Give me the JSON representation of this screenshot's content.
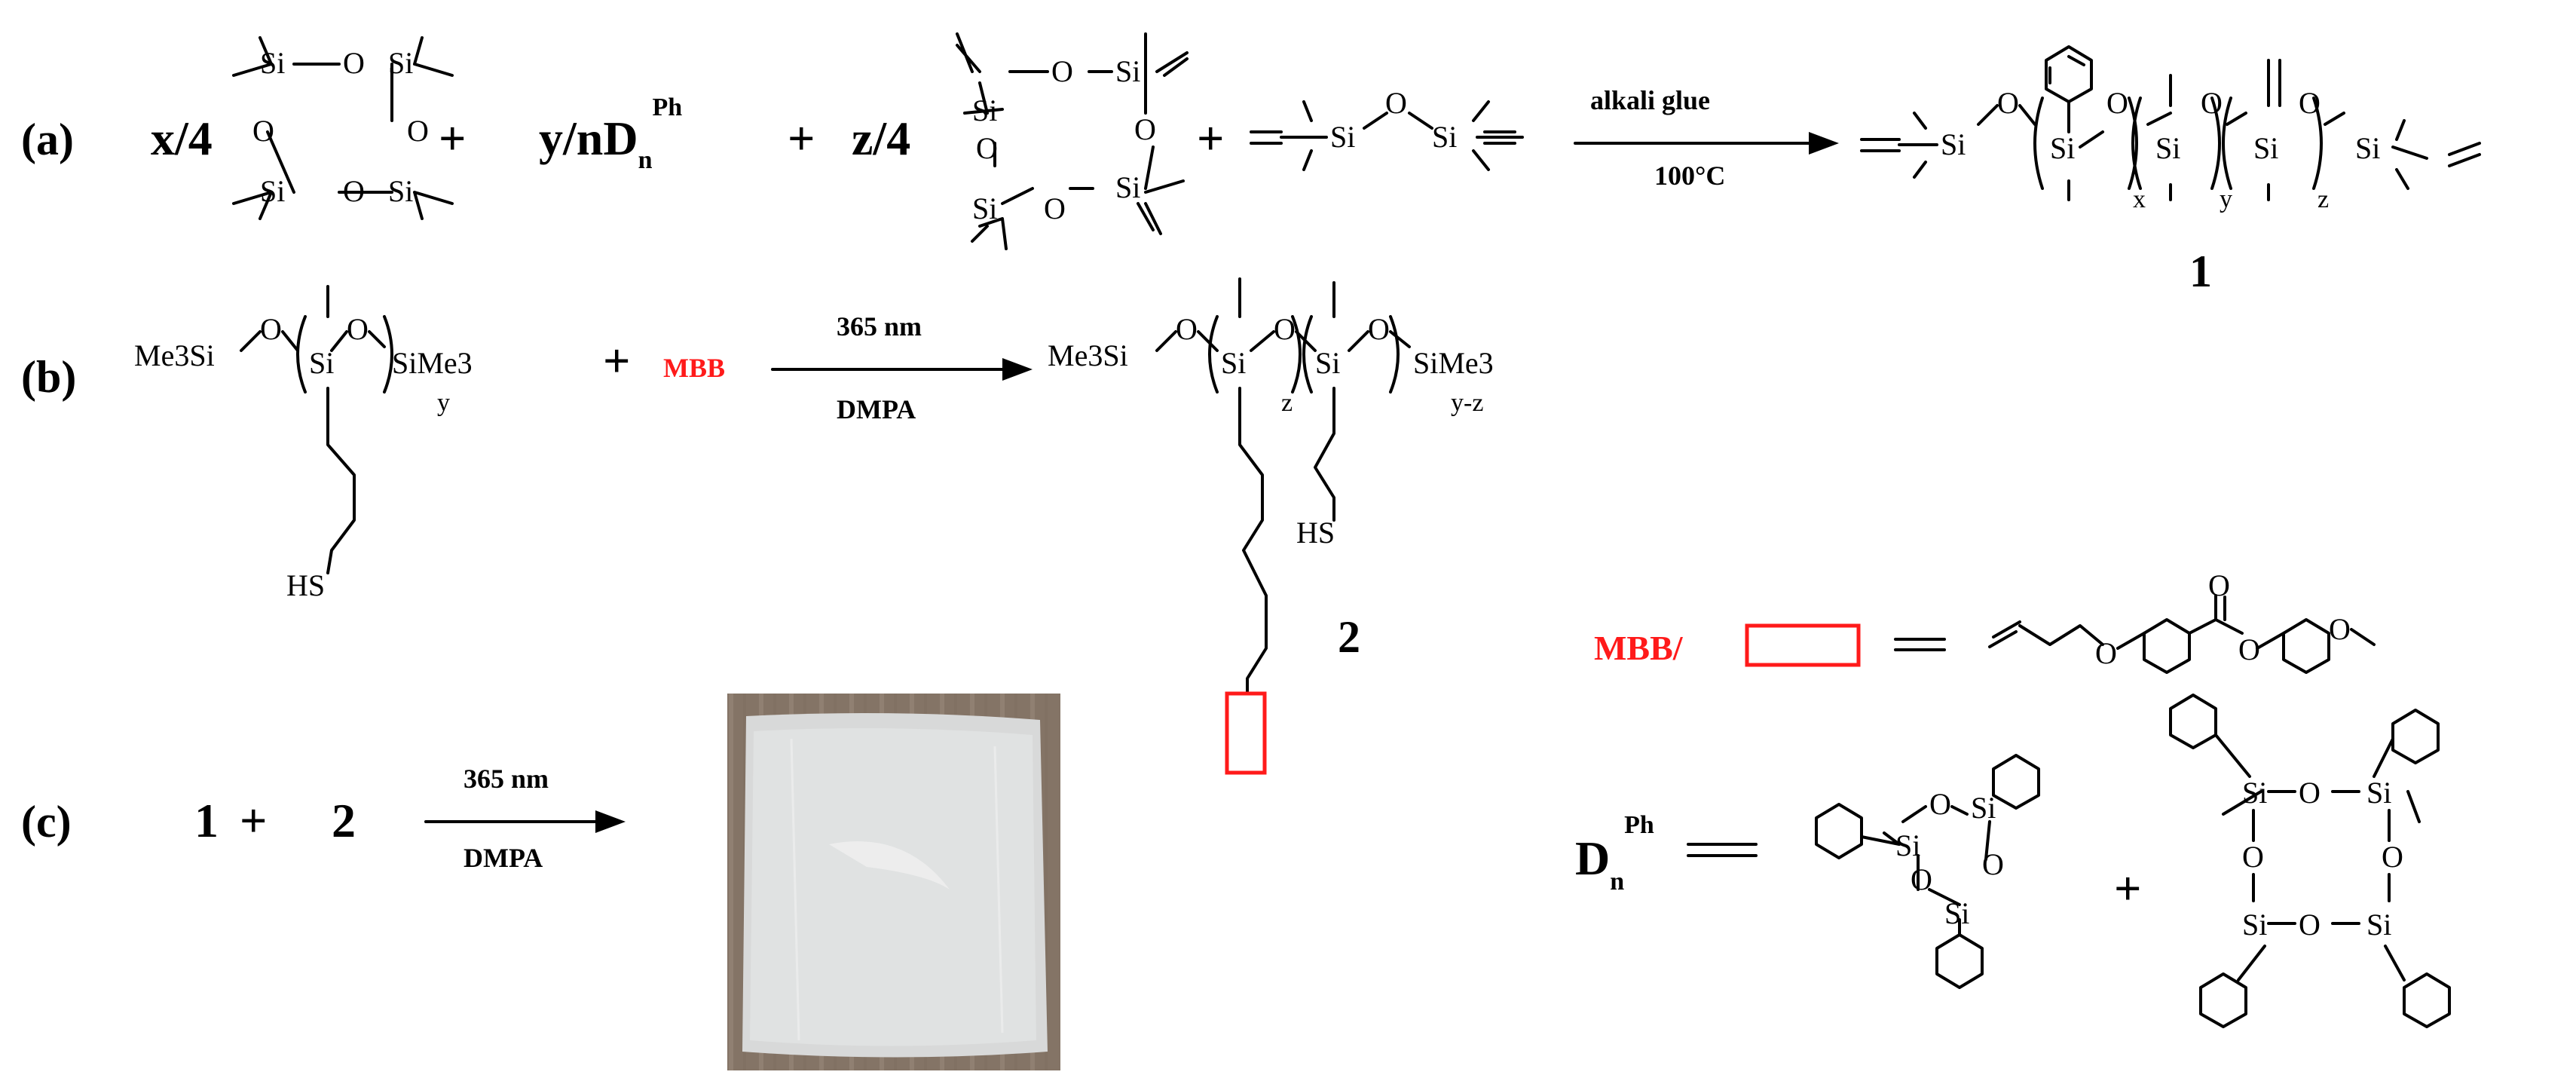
{
  "panel_labels": {
    "a": "(a)",
    "b": "(b)",
    "c": "(c)"
  },
  "reaction_a": {
    "term1_coeff": "x/4",
    "term2": "y/nD",
    "term2_sub": "n",
    "term2_sup": "Ph",
    "term3_coeff": "z/4",
    "plus": "+",
    "condition_top": "alkali glue",
    "condition_bottom": "100°C",
    "product_label": "1",
    "repeat_x": "x",
    "repeat_y": "y",
    "repeat_z": "z"
  },
  "reaction_b": {
    "left_end": "Me3Si",
    "right_end": "SiMe3",
    "repeat_y": "y",
    "plus": "+",
    "reagent": "MBB",
    "condition_top": "365 nm",
    "condition_bottom": "DMPA",
    "thiol": "HS",
    "repeat_z": "z",
    "repeat_yz": "y-z",
    "product_label": "2"
  },
  "reaction_c": {
    "reactant1": "1",
    "plus": "+",
    "reactant2": "2",
    "condition_top": "365 nm",
    "condition_bottom": "DMPA"
  },
  "legend": {
    "mbb": "MBB/",
    "dnph_main": "D",
    "dnph_sub": "n",
    "dnph_sup": "Ph",
    "plus": "+"
  },
  "atoms": {
    "si": "Si",
    "o": "O"
  },
  "colors": {
    "highlight": "#ff1a1a",
    "film_background": "#8a7a6c",
    "film": "#d8d9d9"
  }
}
